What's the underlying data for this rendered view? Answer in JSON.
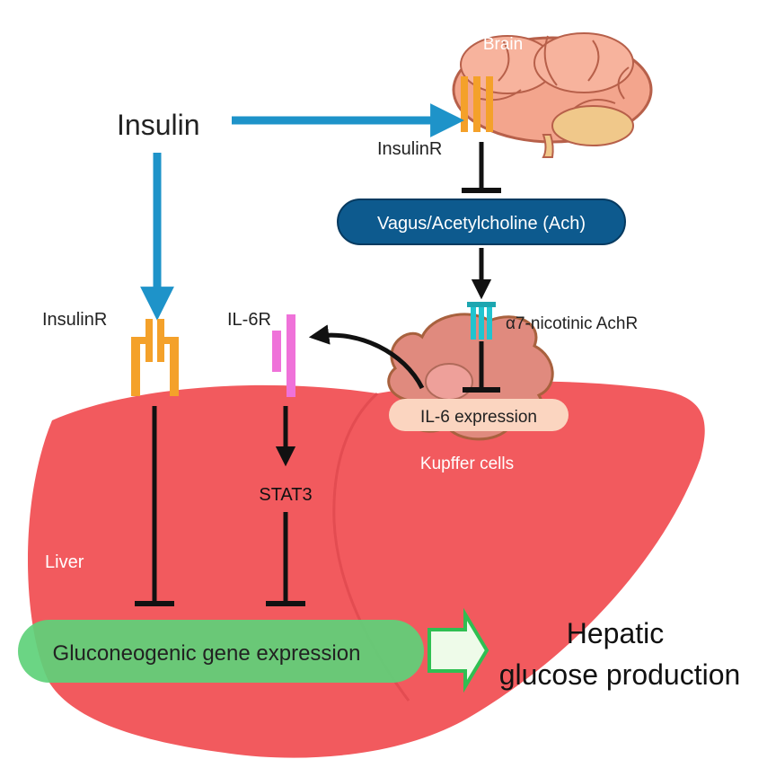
{
  "labels": {
    "insulin": "Insulin",
    "brain": "Brain",
    "insulin_r_brain": "InsulinR",
    "vagus": "Vagus/Acetylcholine (Ach)",
    "insulin_r_liver": "InsulinR",
    "il6r": "IL-6R",
    "a7_receptor": "α7-nicotinic AchR",
    "il6_expression": "IL-6 expression",
    "kupffer": "Kupffer cells",
    "stat3": "STAT3",
    "liver": "Liver",
    "gluconeogenic": "Gluconeogenic gene expression",
    "hepatic_line1": "Hepatic",
    "hepatic_line2": "glucose production"
  },
  "colors": {
    "liver": "#f25a5e",
    "liver_shade": "#e6494f",
    "insulin_arrow": "#1e93c9",
    "receptor_orange": "#f4a12a",
    "il6r_pink": "#ef72d9",
    "a7_cyan": "#21c4cf",
    "vagus_fill": "#0d5a8e",
    "kupffer_fill": "#e08a7e",
    "gluco_fill": "#5ed17a",
    "brain_fill": "#f3a58d"
  },
  "icons": [
    "brain-icon",
    "kupffer-cell-icon",
    "liver-icon",
    "receptor-icon",
    "block-arrow-icon"
  ]
}
